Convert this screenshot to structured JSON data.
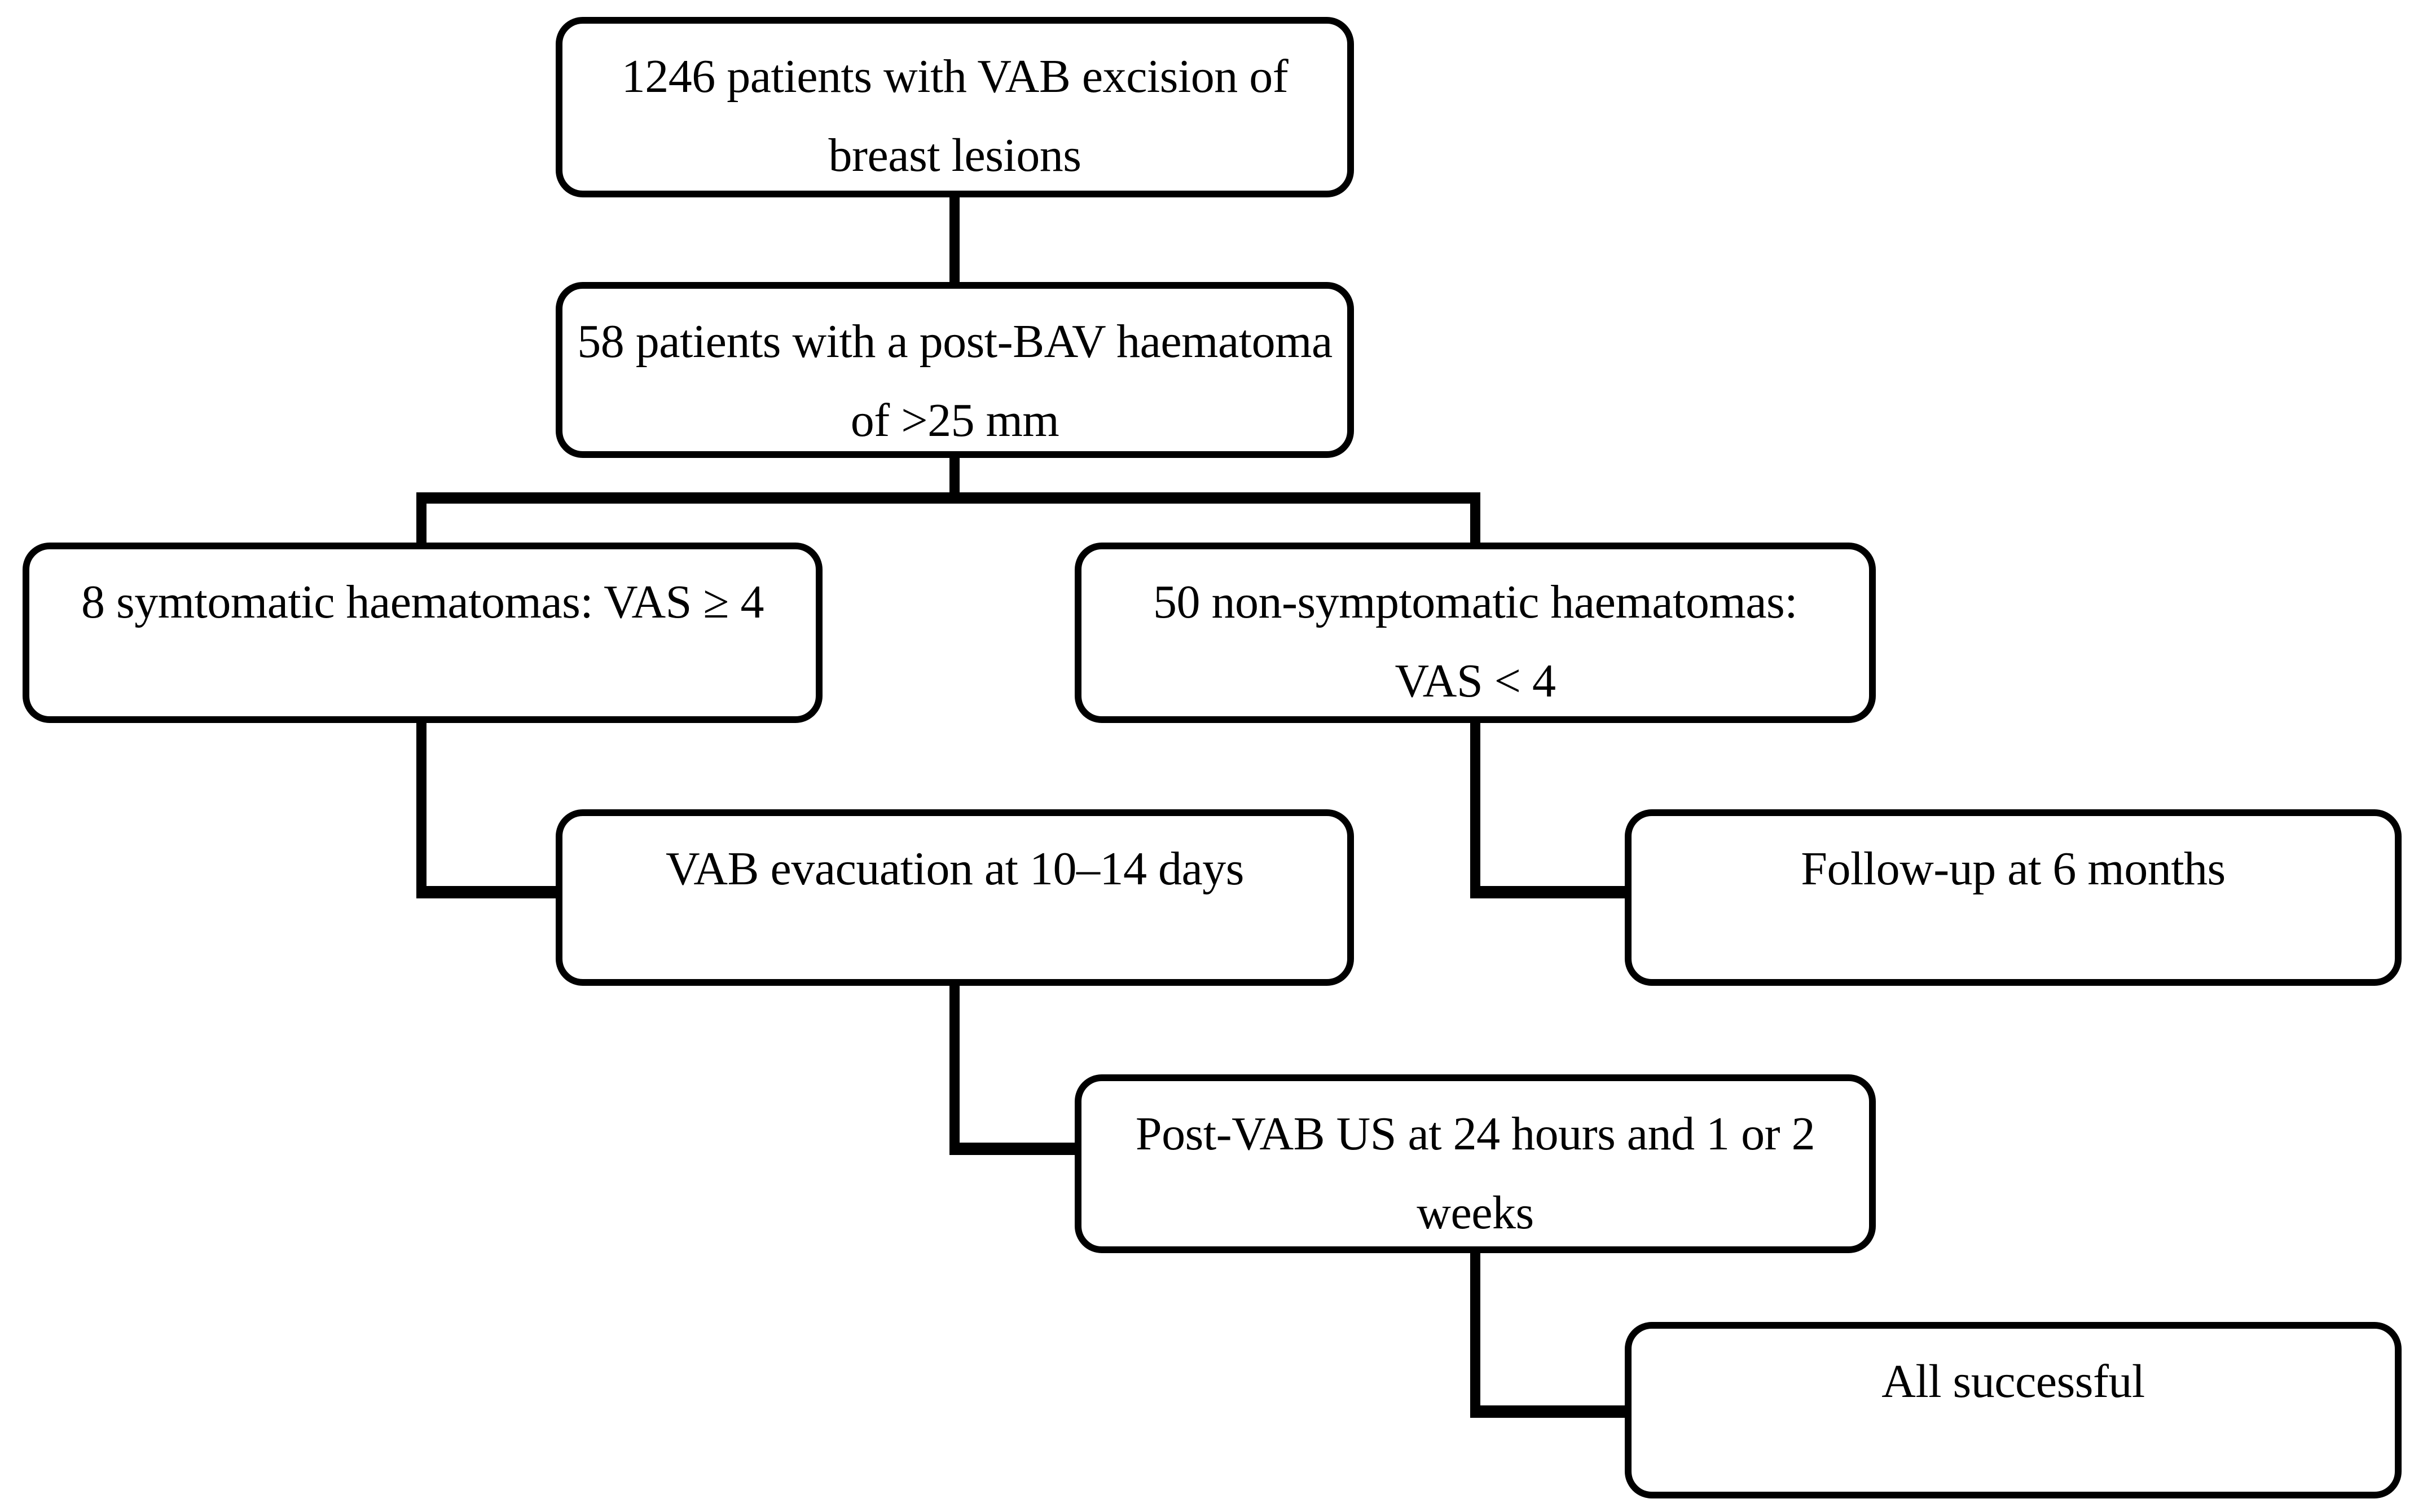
{
  "figure": {
    "type": "flowchart",
    "background": "#ffffff",
    "stroke_color": "#000000",
    "nodes": [
      {
        "id": "patients-total",
        "lines": [
          "1246 patients with VAB excision of",
          "breast lesions"
        ]
      },
      {
        "id": "haematoma-group",
        "lines": [
          "58 patients with a post-BAV haematoma",
          "of >25 mm"
        ]
      },
      {
        "id": "symptomatic-branch",
        "lines": [
          "8 symtomatic haematomas: VAS ≥ 4"
        ]
      },
      {
        "id": "non-symptomatic-branch",
        "lines": [
          "50 non-symptomatic haematomas:",
          "VAS < 4"
        ]
      },
      {
        "id": "vab-evacuation",
        "lines": [
          "VAB evacuation at 10–14 days"
        ]
      },
      {
        "id": "follow-up",
        "lines": [
          "Follow-up at 6 months"
        ]
      },
      {
        "id": "post-vab-us",
        "lines": [
          "Post-VAB US at 24 hours and 1 or 2",
          "weeks"
        ]
      },
      {
        "id": "all-successful",
        "lines": [
          "All successful"
        ]
      }
    ]
  }
}
